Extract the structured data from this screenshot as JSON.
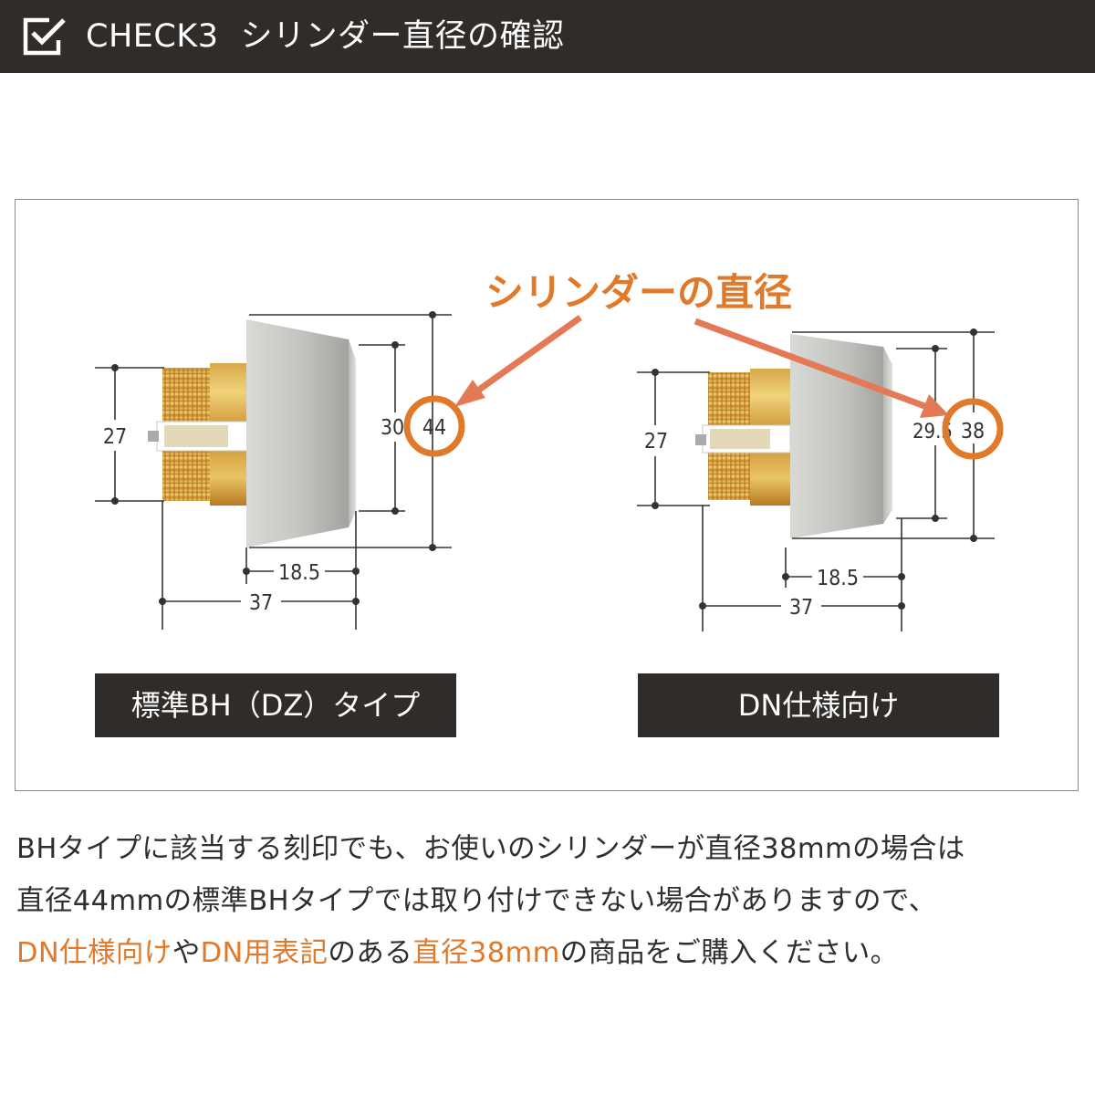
{
  "header": {
    "title_check": "CHECK3",
    "title_text": "シリンダー直径の確認",
    "icon": "checkbox-check-icon"
  },
  "callout": {
    "title": "シリンダーの直径",
    "accent_color": "#e07a2a"
  },
  "left_cylinder": {
    "caption": "標準BH（DZ）タイプ",
    "dims": {
      "height": "27",
      "inner_diameter": "30",
      "diameter": "44",
      "length_short": "18.5",
      "length_total": "37"
    }
  },
  "right_cylinder": {
    "caption": "DN仕様向け",
    "dims": {
      "height": "27",
      "inner_diameter": "29.5",
      "diameter": "38",
      "length_short": "18.5",
      "length_total": "37"
    }
  },
  "note": {
    "line1": "BHタイプに該当する刻印でも、お使いのシリンダーが直径38mmの場合は",
    "line2": "直径44mmの標準BHタイプでは取り付けできない場合がありますので、",
    "line3_parts": [
      "DN仕様向け",
      "や",
      "DN用表記",
      "のある",
      "直径38mm",
      "の商品をご購入ください。"
    ]
  },
  "colors": {
    "header_bg": "#2f2c29",
    "accent": "#e07a2a",
    "text": "#2f2f2f"
  }
}
